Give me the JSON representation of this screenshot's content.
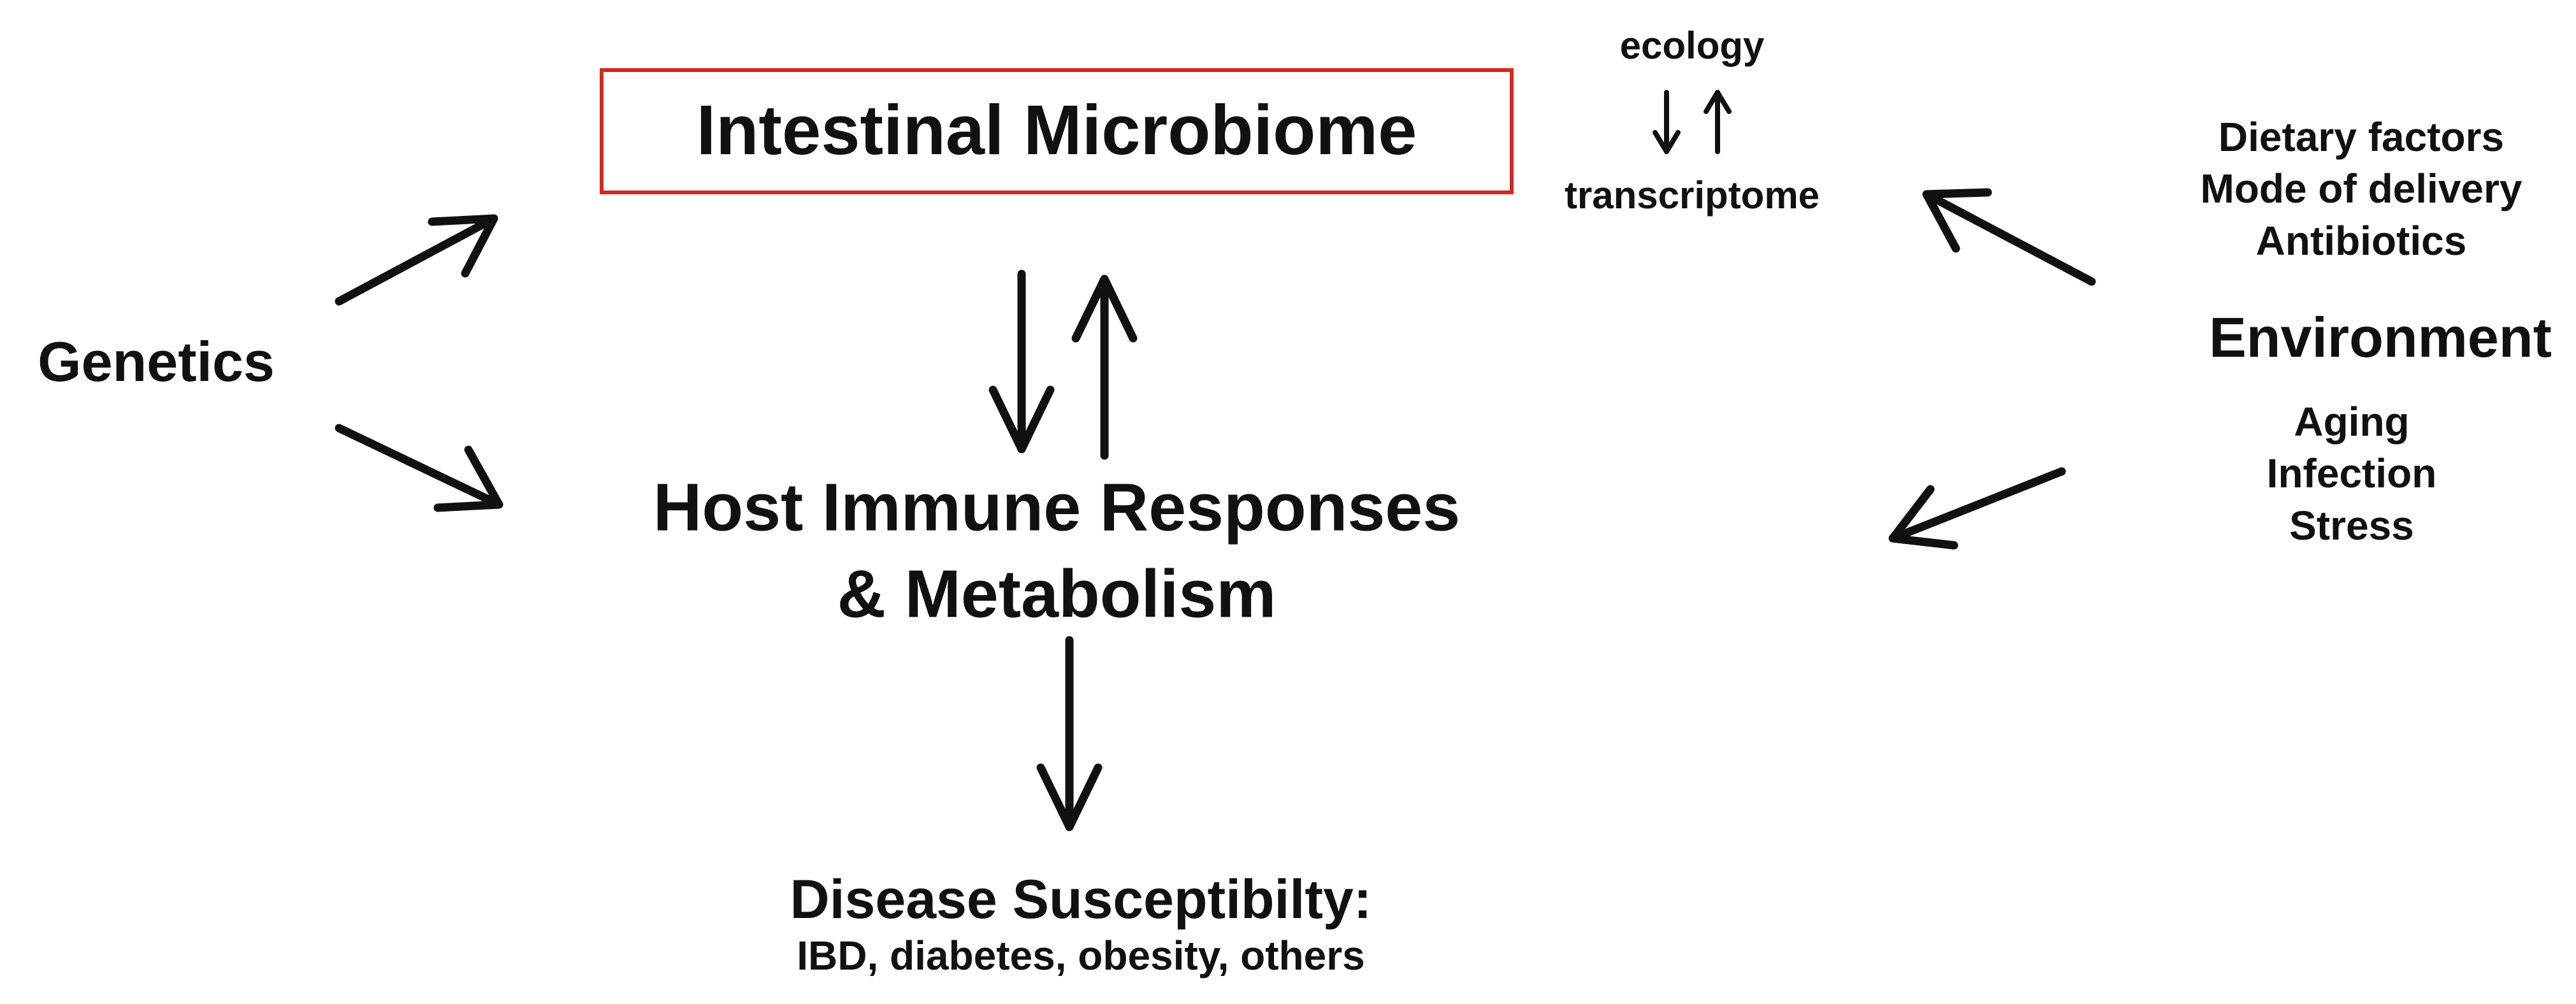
{
  "diagram": {
    "microbiome": "Intestinal Microbiome",
    "host": {
      "line1": "Host Immune Responses",
      "line2": "& Metabolism"
    },
    "disease": {
      "title": "Disease Susceptibilty:",
      "subtitle": "IBD, diabetes, obesity, others"
    },
    "genetics": "Genetics",
    "ecology": "ecology",
    "transcriptome": "transcriptome",
    "environment": {
      "label": "Environment",
      "factors_top": [
        "Dietary factors",
        "Mode of delivery",
        "Antibiotics"
      ],
      "factors_bottom": [
        "Aging",
        "Infection",
        "Stress"
      ]
    }
  },
  "colors": {
    "box_border": "#d9261c",
    "text": "#111111",
    "arrow": "#111111"
  }
}
